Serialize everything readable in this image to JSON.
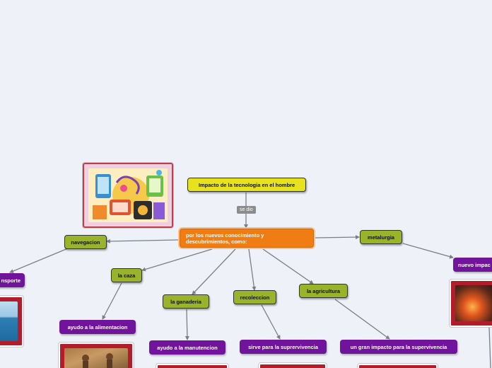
{
  "nodes": {
    "root": "Impacto de la tecnologia en el hombre",
    "link_label": "se dio",
    "main": "por los nuevos conocimiento y descubrimientos, como:",
    "navegacion": "navegacion",
    "metalurgia": "metalurgia",
    "la_caza": "la caza",
    "la_ganaderia": "la ganaderia",
    "recoleccion": "recoleccion",
    "la_agricultura": "la agricultura",
    "transporte": "nsporte",
    "nuevo_impacto": "nuevo impac",
    "alimentacion": "ayudo a la alimentacion",
    "manutencion": "ayudo a la manutencion",
    "suprervivencia": "sirve para la suprervivencia",
    "supervivencia": "un gran impacto para la supervivencia"
  },
  "colors": {
    "background": "#eef1f8",
    "root": "#e6e21e",
    "main": "#ef7d13",
    "category": "#99b32b",
    "detail": "#70149c",
    "connector": "#7a7f87"
  },
  "images": {
    "technology": "technology-collage-image",
    "sea": "sea-image",
    "hunting": "hunting-scene-image",
    "metal": "molten-metal-image"
  }
}
